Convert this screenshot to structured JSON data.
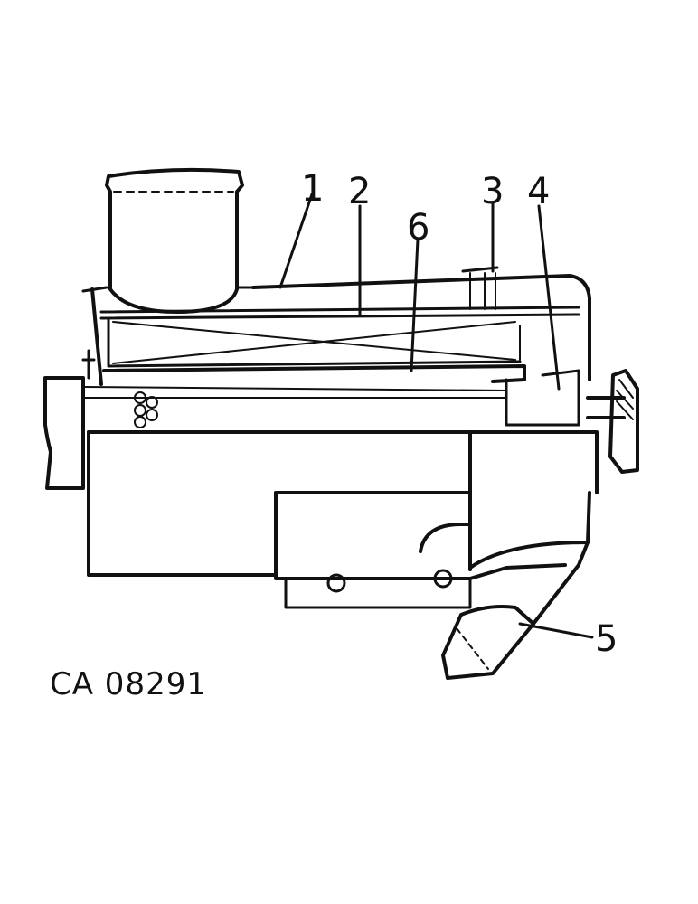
{
  "figure_code": "CA 08291",
  "callouts": [
    {
      "id": "1",
      "text": "1"
    },
    {
      "id": "2",
      "text": "2"
    },
    {
      "id": "3",
      "text": "3"
    },
    {
      "id": "4",
      "text": "4"
    },
    {
      "id": "5",
      "text": "5"
    },
    {
      "id": "6",
      "text": "6"
    }
  ]
}
